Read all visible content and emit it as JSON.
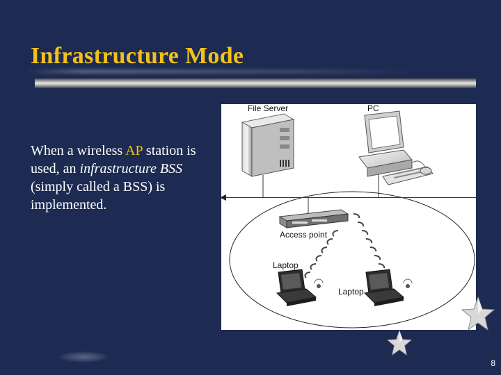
{
  "slide": {
    "title": "Infrastructure Mode",
    "body": {
      "p1": "When a wireless ",
      "p2": "AP",
      "p3": " station is used, an ",
      "p4": "infrastructure BSS",
      "p5": " (simply called a BSS) is implemented."
    },
    "page_number": "8"
  },
  "figure": {
    "labels": {
      "file_server": "File Server",
      "pc": "PC",
      "access_point": "Access point",
      "laptop_left": "Laptop",
      "laptop_right": "Laptop"
    }
  },
  "colors": {
    "background": "#1d2b52",
    "title": "#f2c21a",
    "highlight": "#f2c21a",
    "body_text": "#ffffff"
  }
}
